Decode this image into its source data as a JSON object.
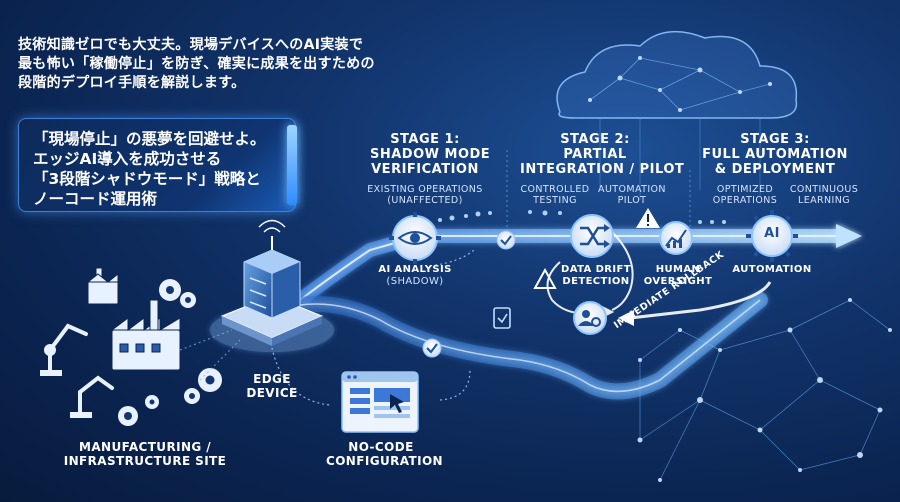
{
  "intro": {
    "line1": "技術知識ゼロでも大丈夫。現場デバイスへのAI実装で",
    "line2": "最も怖い「稼働停止」を防ぎ、確実に成果を出すための",
    "line3": "段階的デプロイ手順を解説します。"
  },
  "headline_card": {
    "line1": "「現場停止」の悪夢を回避せよ。",
    "line2": "エッジAI導入を成功させる",
    "line3": "「3段階シャドウモード」戦略と",
    "line4": "ノーコード運用術"
  },
  "stages": [
    {
      "title1": "STAGE 1:",
      "title2": "SHADOW MODE",
      "title3": "VERIFICATION",
      "sub1": "EXISTING OPERATIONS",
      "sub2": "(UNAFFECTED)"
    },
    {
      "title1": "STAGE 2:",
      "title2": "PARTIAL",
      "title3": "INTEGRATION / PILOT",
      "sub_a1": "CONTROLLED",
      "sub_a2": "TESTING",
      "sub_b1": "AUTOMATION",
      "sub_b2": "PILOT"
    },
    {
      "title1": "STAGE 3:",
      "title2": "FULL AUTOMATION",
      "title3": "& DEPLOYMENT",
      "sub_a1": "OPTIMIZED",
      "sub_a2": "OPERATIONS",
      "sub_b1": "CONTINUOUS",
      "sub_b2": "LEARNING"
    }
  ],
  "labels": {
    "ai_analysis1": "AI ANALYSIS",
    "ai_analysis2": "(SHADOW)",
    "data_drift1": "DATA DRIFT",
    "data_drift2": "DETECTION",
    "human1": "HUMAN",
    "human2": "OVERSIGHT",
    "automation": "AUTOMATION",
    "ai_chip": "AI",
    "edge1": "EDGE",
    "edge2": "DEVICE",
    "site1": "MANUFACTURING /",
    "site2": "INFRASTRUCTURE SITE",
    "nocode1": "NO-CODE",
    "nocode2": "CONFIGURATION",
    "rollback": "IMMEDIATE ROLLBACK"
  },
  "colors": {
    "background": "#0b2552",
    "stream": "#5aa9ff",
    "glow": "#9fd4ff",
    "icon_fill": "#e8f1ff",
    "warning": "#ffffff"
  }
}
